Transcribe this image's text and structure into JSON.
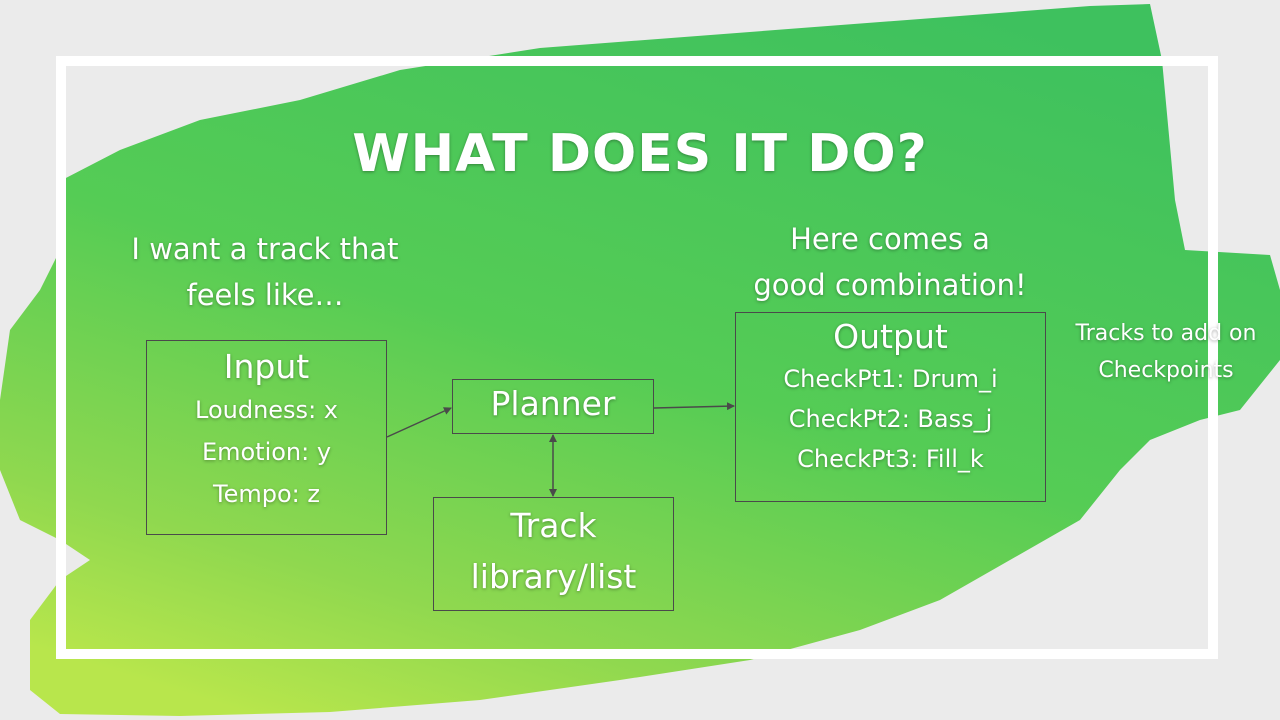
{
  "slide": {
    "title": "WHAT DOES IT DO?",
    "left_note": [
      "I want a track that",
      "feels like…"
    ],
    "right_note": [
      "Here comes a",
      "good combination!"
    ],
    "side_note": [
      "Tracks to add on",
      "Checkpoints"
    ]
  },
  "input_box": {
    "heading": "Input",
    "lines": [
      "Loudness: x",
      "Emotion: y",
      "Tempo: z"
    ]
  },
  "planner_box": {
    "heading": "Planner"
  },
  "library_box": {
    "heading_lines": [
      "Track",
      "library/list"
    ]
  },
  "output_box": {
    "heading": "Output",
    "lines": [
      "CheckPt1: Drum_i",
      "CheckPt2: Bass_j",
      "CheckPt3: Fill_k"
    ]
  },
  "colors": {
    "background": "#ebebeb",
    "brush_dark": "#3fc15e",
    "brush_light": "#b4e54e",
    "frame": "#ffffff",
    "box_border": "#4a4a4a",
    "text": "#ffffff"
  }
}
